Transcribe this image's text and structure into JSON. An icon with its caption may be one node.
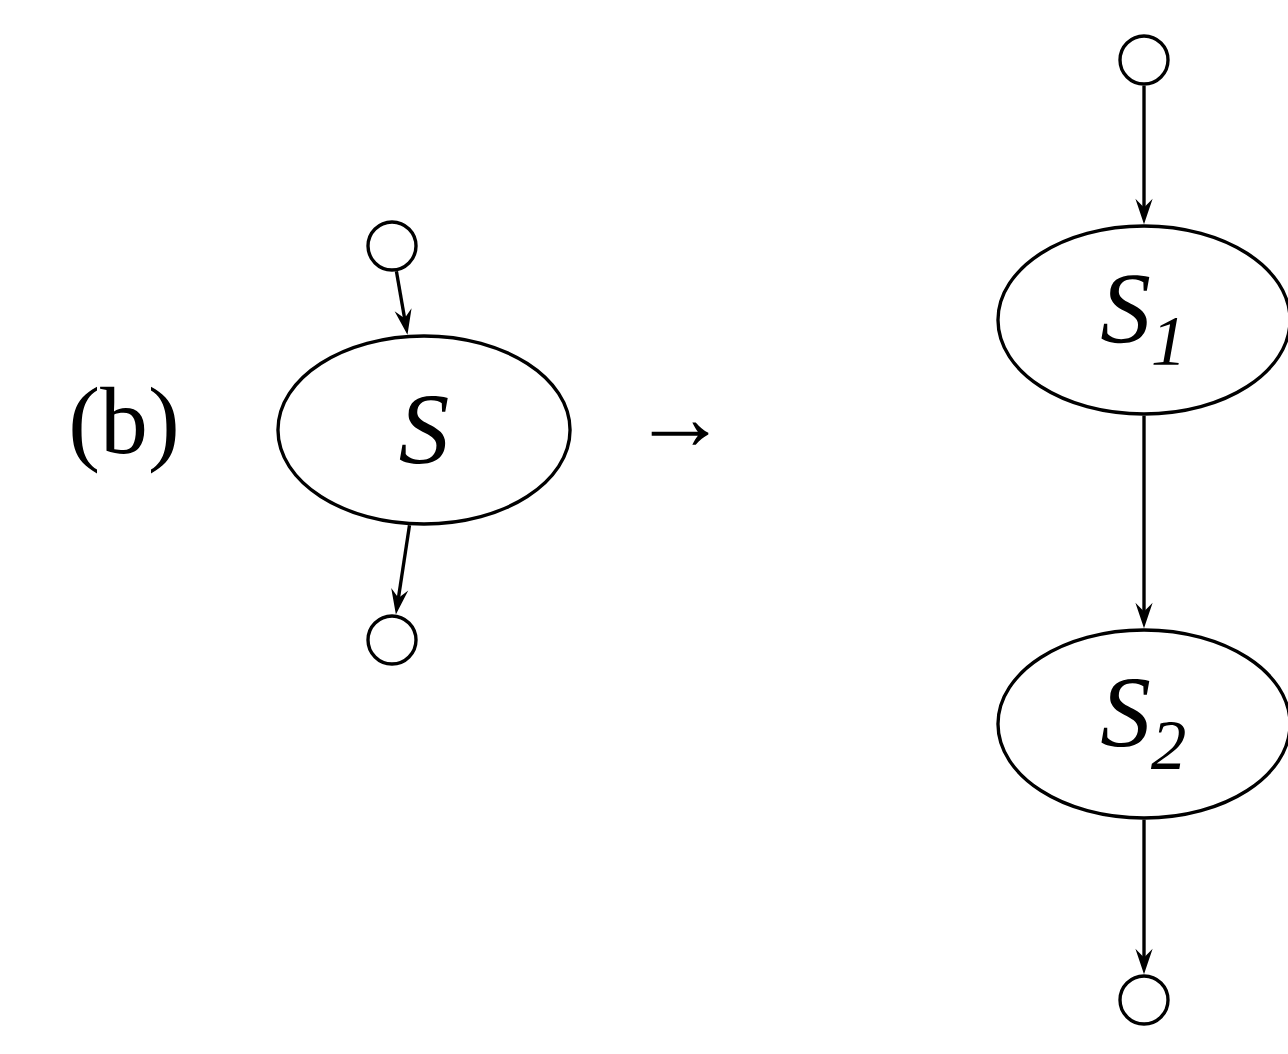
{
  "diagram": {
    "nodes": [
      {
        "text": [],
        "shape": "circle"
      },
      {
        "text": [
          "S"
        ]
      },
      {
        "text": [],
        "shape": "circle"
      },
      {
        "text": [],
        "shape": "circle"
      },
      {
        "text": [
          "S$_{1}$"
        ]
      },
      {
        "text": [
          "S$_{2}$"
        ]
      },
      {
        "text": [],
        "shape": "circle"
      }
    ],
    "edges": [
      {
        "from": 0,
        "to": 1,
        "arrow": "to"
      },
      {
        "from": 1,
        "to": 2,
        "arrow": "to"
      },
      {
        "from": 3,
        "to": 4,
        "arrow": "to"
      },
      {
        "from": 4,
        "to": 5,
        "arrow": "to"
      },
      {
        "from": 5,
        "to": 6,
        "arrow": "to"
      }
    ],
    "labels": [
      "(b)",
      "→"
    ]
  }
}
